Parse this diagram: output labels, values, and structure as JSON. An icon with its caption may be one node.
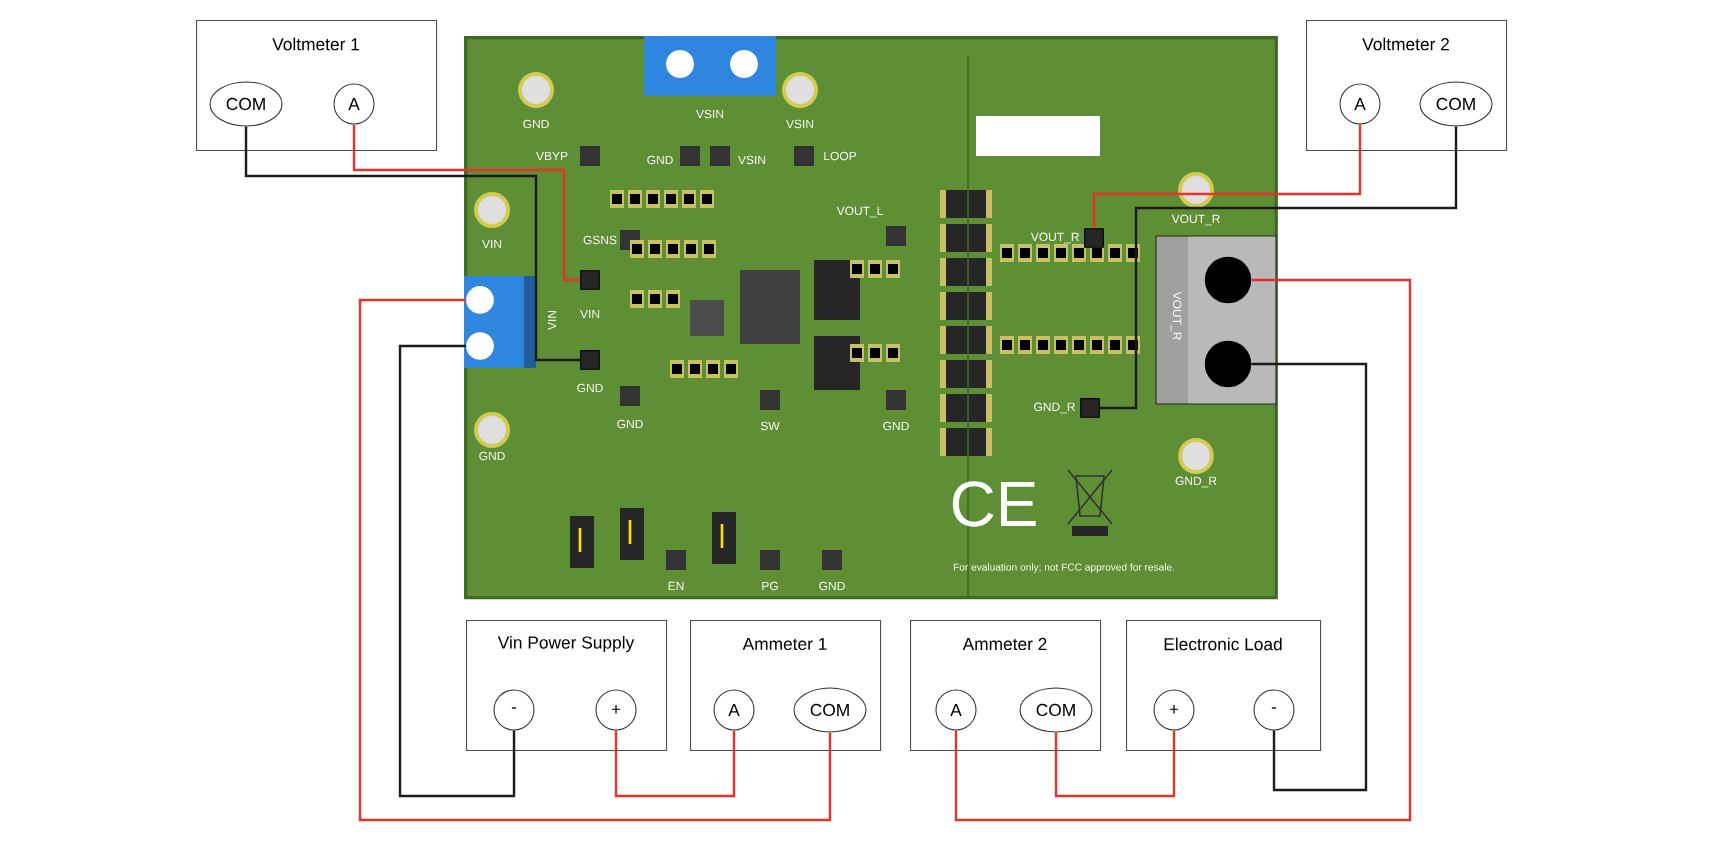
{
  "diagram": {
    "nodes": [
      {
        "text": [
          "Voltmeter 1"
        ]
      },
      {
        "text": [
          "COM"
        ],
        "in": 0
      },
      {
        "text": [
          "A"
        ],
        "in": 0
      },
      {
        "text": [
          "Voltmeter 2"
        ]
      },
      {
        "text": [
          "A"
        ],
        "in": 3
      },
      {
        "text": [
          "COM"
        ],
        "in": 3
      },
      {
        "text": [],
        "shape": "picture"
      },
      {
        "text": [],
        "shape": "circle",
        "in": 6
      },
      {
        "text": [],
        "shape": "circle",
        "in": 6
      },
      {
        "text": [],
        "shape": "box",
        "in": 6,
        "beside": [
          "VIN"
        ]
      },
      {
        "text": [],
        "shape": "box",
        "in": 6,
        "beside": [
          "GND"
        ]
      },
      {
        "text": [],
        "shape": "box",
        "in": 6,
        "beside": [
          "VOUT_R"
        ]
      },
      {
        "text": [],
        "shape": "box",
        "in": 6,
        "beside": [
          "GND_R"
        ]
      },
      {
        "text": [],
        "shape": "circle",
        "in": 6
      },
      {
        "text": [],
        "shape": "circle",
        "in": 6
      },
      {
        "text": [
          "Vin Power Supply"
        ]
      },
      {
        "text": [
          "-"
        ],
        "in": 15
      },
      {
        "text": [
          "+"
        ],
        "in": 15
      },
      {
        "text": [
          "Ammeter 1"
        ]
      },
      {
        "text": [
          "A"
        ],
        "in": 18
      },
      {
        "text": [
          "COM"
        ],
        "in": 18
      },
      {
        "text": [
          "Ammeter 2"
        ]
      },
      {
        "text": [
          "A"
        ],
        "in": 21
      },
      {
        "text": [
          "COM"
        ],
        "in": 21
      },
      {
        "text": [
          "Electronic Load"
        ]
      },
      {
        "text": [
          "+"
        ],
        "in": 24
      },
      {
        "text": [
          "-"
        ],
        "in": 24
      }
    ],
    "edges": [
      {
        "from": 1,
        "to": 10,
        "arrow": "none",
        "color": "#1a1a1a"
      },
      {
        "from": 2,
        "to": 9,
        "arrow": "none"
      },
      {
        "from": 4,
        "to": 11,
        "arrow": "none"
      },
      {
        "from": 5,
        "to": 12,
        "arrow": "none",
        "color": "#1a1a1a"
      },
      {
        "from": 16,
        "to": 8,
        "arrow": "none",
        "color": "#1a1a1a"
      },
      {
        "from": 17,
        "to": 19,
        "arrow": "none"
      },
      {
        "from": 20,
        "to": 7,
        "arrow": "none"
      },
      {
        "from": 22,
        "to": 13,
        "arrow": "none"
      },
      {
        "from": 23,
        "to": 25,
        "arrow": "none"
      },
      {
        "from": 26,
        "to": 14,
        "arrow": "none",
        "color": "#1a1a1a"
      }
    ],
    "labels": [
      "GND",
      "VSIN",
      "VSIN",
      "VBYP",
      "GND",
      "VSIN",
      "LOOP",
      "VIN",
      "GSNS",
      "GND",
      "SW",
      "VOUT_L",
      "GND",
      "VOUT_R",
      "GND_R",
      "GND",
      "EN",
      "PG",
      "GND",
      "VIN",
      "VOUT_R",
      "CE",
      "For evaluation only; not FCC approved for resale."
    ]
  }
}
